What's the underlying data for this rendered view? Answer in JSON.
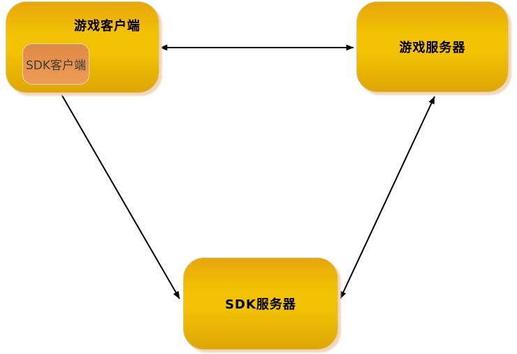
{
  "diagram": {
    "nodes": {
      "game_client": {
        "label": "游戏客户端"
      },
      "sdk_client": {
        "label": "SDK客户端"
      },
      "game_server": {
        "label": "游戏服务器"
      },
      "sdk_server": {
        "label": "SDK服务器"
      }
    },
    "edges": [
      {
        "from": "游戏客户端",
        "to": "游戏服务器",
        "bidirectional": true
      },
      {
        "from": "SDK客户端",
        "to": "SDK服务器",
        "bidirectional": true
      },
      {
        "from": "游戏服务器",
        "to": "SDK服务器",
        "bidirectional": true
      }
    ]
  },
  "colors": {
    "background": "#ffffff",
    "node_fill_top": "#e7a60d",
    "node_fill_mid": "#f3c204",
    "node_fill_bottom": "#dfa506",
    "node_border": "#c9cf9f",
    "node_shadow": "#f6d5b8",
    "inner_fill_top": "#df8a45",
    "inner_fill_bottom": "#ee9c57",
    "inner_border": "#d8dcb0",
    "label": "#000000",
    "inner_label": "#3b3b3b",
    "arrow": "#000000"
  }
}
